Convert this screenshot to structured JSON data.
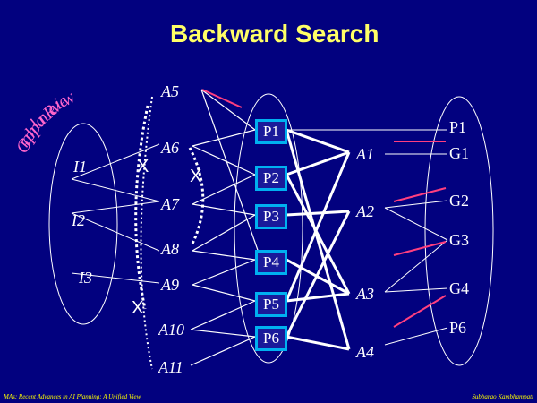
{
  "title": "Backward Search",
  "side_note": [
    "G",
    "r",
    "a",
    "p",
    "h",
    "p",
    "l",
    "a",
    "n",
    " ",
    "R",
    "e",
    "v",
    "i",
    "e",
    "w"
  ],
  "init_labels": [
    "I1",
    "I2",
    "I3"
  ],
  "actions": [
    "A5",
    "A6",
    "A7",
    "A8",
    "A9",
    "A10",
    "A11"
  ],
  "props": [
    "P1",
    "P2",
    "P3",
    "P4",
    "P5",
    "P6"
  ],
  "mid_actions": [
    "A1",
    "A2",
    "A3",
    "A4"
  ],
  "right_labels": [
    "P1",
    "G1",
    "G2",
    "G3",
    "G4",
    "P6"
  ],
  "x_marks": [
    "X",
    "X",
    "X"
  ],
  "footer": {
    "left": "MAs: Recent Advances in AI Planning: A Unified View",
    "right": "Subbarao Kambhampati"
  },
  "colors": {
    "background": "#02017f",
    "title": "#ffff66",
    "box_border": "#00b0f0",
    "mutex": "#ff3f7f",
    "footer": "#ffff00"
  }
}
